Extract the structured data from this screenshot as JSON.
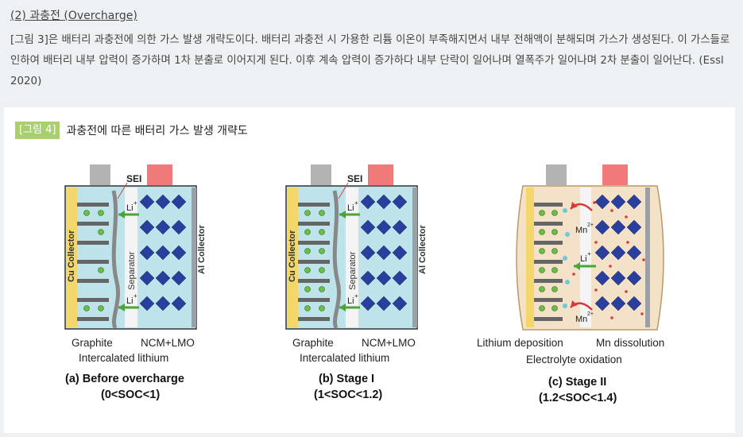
{
  "header": {
    "title": "(2) 과충전 (Overcharge)"
  },
  "body": {
    "paragraph": "[그림 3]은 배터리 과충전에 의한 가스 발생 개략도이다. 배터리 과충전 시 가용한 리튬 이온이 부족해지면서 내부 전해액이 분해되며 가스가 생성된다. 이 가스들로 인하여 배터리 내부 압력이 증가하며 1차 분출로 이어지게 된다. 이후 계속 압력이 증가하다 내부 단락이 일어나며 열폭주가 일어나며 2차 분출이 일어난다. (Essl 2020)"
  },
  "figure": {
    "tag": "[그림 4]",
    "caption": "과충전에 따른 배터리 가스 발생 개략도",
    "panels": [
      {
        "sei": "SEI",
        "li_top": "Li",
        "li_bottom": "Li",
        "plus": "+",
        "cu": "Cu Collector",
        "sep": "Separator",
        "al": "Al Collector",
        "left_label": "Graphite",
        "right_label": "NCM+LMO",
        "sub_label": "Intercalated lithium",
        "title": "(a) Before overcharge",
        "soc": "(0<SOC<1)"
      },
      {
        "sei": "SEI",
        "li_top": "Li",
        "li_bottom": "Li",
        "plus": "+",
        "cu": "Cu Collector",
        "sep": "Separator",
        "al": "Al Collector",
        "left_label": "Graphite",
        "right_label": "NCM+LMO",
        "sub_label": "Intercalated lithium",
        "title": "(b) Stage I",
        "soc": "(1<SOC<1.2)"
      },
      {
        "mn_top": "Mn",
        "mn_bottom": "Mn",
        "mn_sup": "2+",
        "li": "Li",
        "plus": "+",
        "left_label": "Lithium deposition",
        "right_label": "Mn dissolution",
        "sub_label": "Electrolyte oxidation",
        "title": "(c) Stage II",
        "soc": "(1.2<SOC<1.4)"
      }
    ]
  },
  "colors": {
    "accent_tag": "#a9cf6e",
    "cu_collector": "#f3d76a",
    "electrolyte": "#bfe3ea",
    "cathode": "#2a3f9b",
    "arrow": "#4aa43a",
    "terminal_pos": "#f07a7a",
    "terminal_neg": "#b3b3b3",
    "swollen_case": "#f3e1c8"
  }
}
